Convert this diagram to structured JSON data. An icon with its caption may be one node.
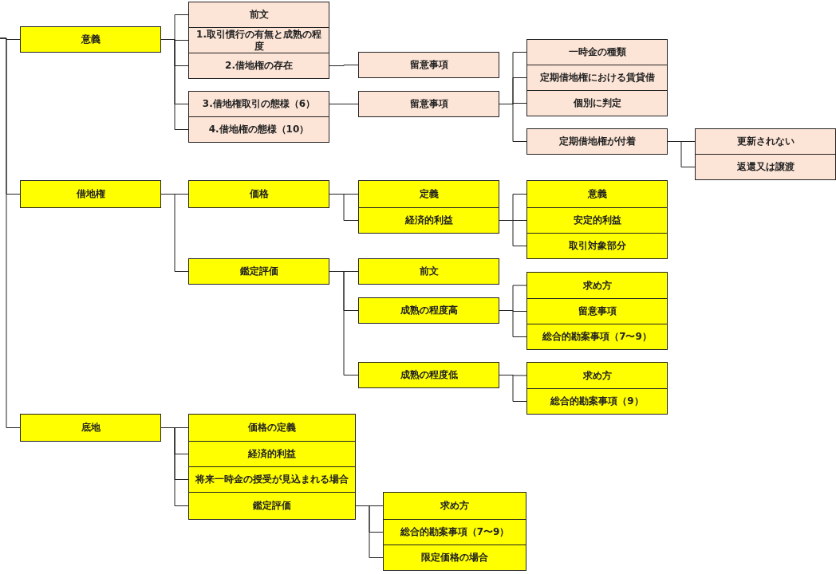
{
  "diagram": {
    "nodes": [
      {
        "text": [
          "意義"
        ]
      },
      {
        "text": [
          "前文"
        ]
      },
      {
        "text": [
          "1.取引慣行の有無と成熟の程度"
        ]
      },
      {
        "text": [
          "2.借地権の存在"
        ]
      },
      {
        "text": [
          "3.借地権取引の態様（6）"
        ]
      },
      {
        "text": [
          "4.借地権の態様（10）"
        ]
      },
      {
        "text": [
          "留意事項"
        ]
      },
      {
        "text": [
          "留意事項"
        ]
      },
      {
        "text": [
          "一時金の種類"
        ]
      },
      {
        "text": [
          "定期借地権における賃貸借"
        ]
      },
      {
        "text": [
          "個別に判定"
        ]
      },
      {
        "text": [
          "定期借地権が付着"
        ]
      },
      {
        "text": [
          "更新されない"
        ]
      },
      {
        "text": [
          "返還又は譲渡"
        ]
      },
      {
        "text": [
          "借地権"
        ]
      },
      {
        "text": [
          "価格"
        ]
      },
      {
        "text": [
          "鑑定評価"
        ]
      },
      {
        "text": [
          "定義"
        ]
      },
      {
        "text": [
          "経済的利益"
        ]
      },
      {
        "text": [
          "意義"
        ]
      },
      {
        "text": [
          "安定的利益"
        ]
      },
      {
        "text": [
          "取引対象部分"
        ]
      },
      {
        "text": [
          "前文"
        ]
      },
      {
        "text": [
          "成熟の程度高"
        ]
      },
      {
        "text": [
          "求め方"
        ]
      },
      {
        "text": [
          "留意事項"
        ]
      },
      {
        "text": [
          "総合的勘案事項（7〜9）"
        ]
      },
      {
        "text": [
          "成熟の程度低"
        ]
      },
      {
        "text": [
          "求め方"
        ]
      },
      {
        "text": [
          "総合的勘案事項（9）"
        ]
      },
      {
        "text": [
          "底地"
        ]
      },
      {
        "text": [
          "価格の定義"
        ]
      },
      {
        "text": [
          "経済的利益"
        ]
      },
      {
        "text": [
          "将来一時金の授受が見込まれる場合"
        ]
      },
      {
        "text": [
          "鑑定評価"
        ]
      },
      {
        "text": [
          "求め方"
        ]
      },
      {
        "text": [
          "総合的勘案事項（7〜9）"
        ]
      },
      {
        "text": [
          "限定価格の場合"
        ]
      }
    ],
    "edges": [
      {
        "from": null,
        "to": 0,
        "arrow": "none"
      },
      {
        "from": null,
        "to": 14,
        "arrow": "none"
      },
      {
        "from": null,
        "to": 30,
        "arrow": "none"
      },
      {
        "from": 0,
        "to": 1,
        "arrow": "none"
      },
      {
        "from": 0,
        "to": 2,
        "arrow": "none"
      },
      {
        "from": 0,
        "to": 3,
        "arrow": "none"
      },
      {
        "from": 0,
        "to": 4,
        "arrow": "none"
      },
      {
        "from": 0,
        "to": 5,
        "arrow": "none"
      },
      {
        "from": 3,
        "to": 6,
        "arrow": "none"
      },
      {
        "from": 4,
        "to": 7,
        "arrow": "none"
      },
      {
        "from": 7,
        "to": 8,
        "arrow": "none"
      },
      {
        "from": 7,
        "to": 9,
        "arrow": "none"
      },
      {
        "from": 7,
        "to": 10,
        "arrow": "none"
      },
      {
        "from": 7,
        "to": 11,
        "arrow": "none"
      },
      {
        "from": 11,
        "to": 12,
        "arrow": "none"
      },
      {
        "from": 11,
        "to": 13,
        "arrow": "none"
      },
      {
        "from": 14,
        "to": 15,
        "arrow": "none"
      },
      {
        "from": 14,
        "to": 16,
        "arrow": "none"
      },
      {
        "from": 15,
        "to": 17,
        "arrow": "none"
      },
      {
        "from": 15,
        "to": 18,
        "arrow": "none"
      },
      {
        "from": 18,
        "to": 19,
        "arrow": "none"
      },
      {
        "from": 18,
        "to": 20,
        "arrow": "none"
      },
      {
        "from": 18,
        "to": 21,
        "arrow": "none"
      },
      {
        "from": 16,
        "to": 22,
        "arrow": "none"
      },
      {
        "from": 16,
        "to": 23,
        "arrow": "none"
      },
      {
        "from": 16,
        "to": 27,
        "arrow": "none"
      },
      {
        "from": 23,
        "to": 24,
        "arrow": "none"
      },
      {
        "from": 23,
        "to": 25,
        "arrow": "none"
      },
      {
        "from": 23,
        "to": 26,
        "arrow": "none"
      },
      {
        "from": 27,
        "to": 28,
        "arrow": "none"
      },
      {
        "from": 27,
        "to": 29,
        "arrow": "none"
      },
      {
        "from": 30,
        "to": 31,
        "arrow": "none"
      },
      {
        "from": 30,
        "to": 32,
        "arrow": "none"
      },
      {
        "from": 30,
        "to": 33,
        "arrow": "none"
      },
      {
        "from": 30,
        "to": 34,
        "arrow": "none"
      },
      {
        "from": 34,
        "to": 35,
        "arrow": "none"
      },
      {
        "from": 34,
        "to": 36,
        "arrow": "none"
      },
      {
        "from": 34,
        "to": 37,
        "arrow": "none"
      }
    ]
  }
}
